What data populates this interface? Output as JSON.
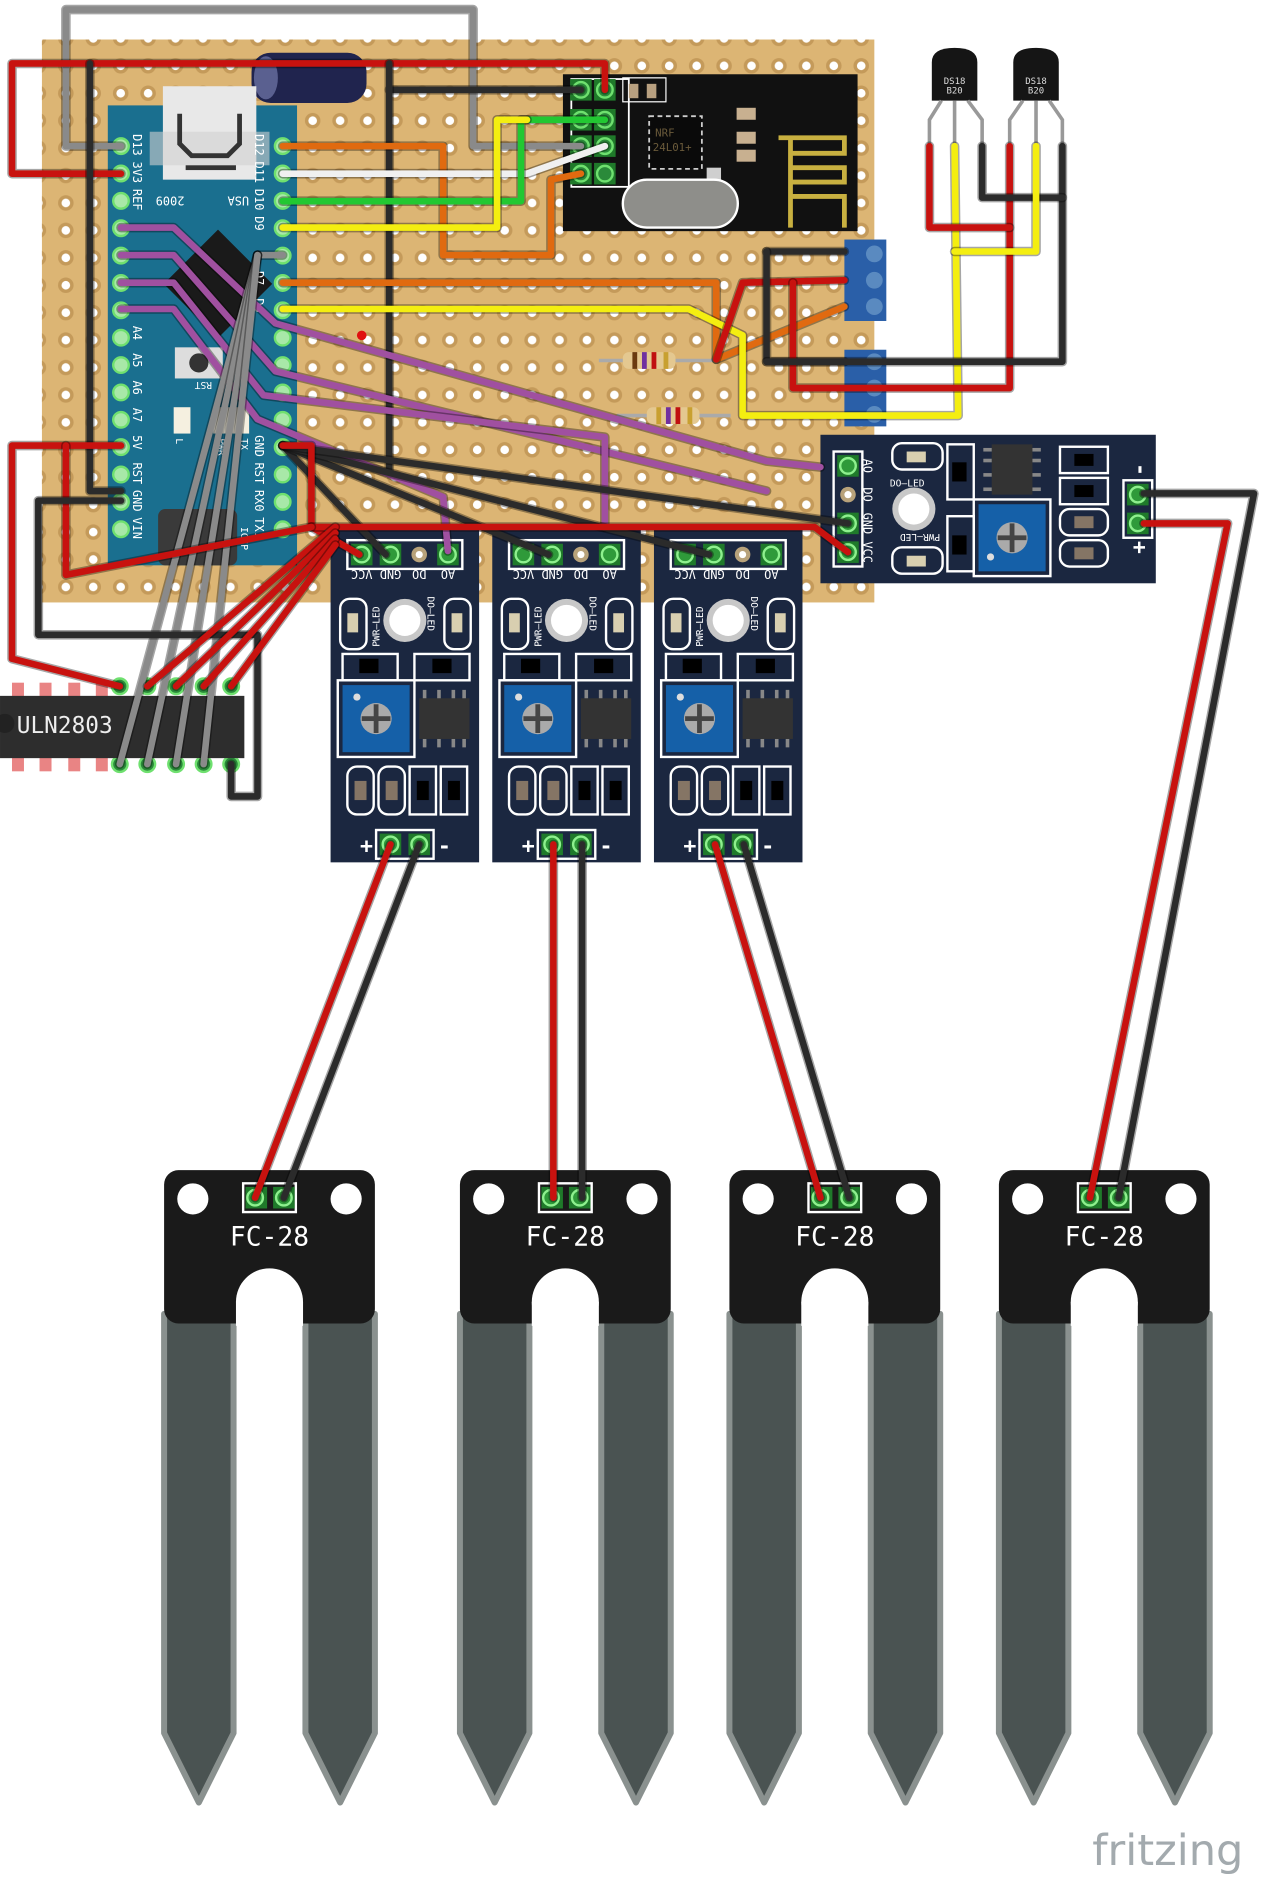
{
  "arduino": {
    "left_pins": [
      "D13",
      "3V3",
      "REF",
      "",
      "",
      "",
      "",
      "A4",
      "A5",
      "A6",
      "A7",
      "5V",
      "RST",
      "GND",
      "VIN"
    ],
    "right_pins": [
      "D12",
      "D11",
      "D10",
      "D9",
      "",
      "D7",
      "D6",
      "",
      "",
      "",
      "",
      "GND",
      "RST",
      "RX0",
      "TX1"
    ],
    "usb_labels": [
      "2009",
      "USA"
    ],
    "rst_label": "RST",
    "led_labels": [
      "L",
      "PWR",
      "TX"
    ],
    "icsp_label": "ICSP"
  },
  "radio": {
    "chip_line1": "NRF",
    "chip_line2": "24L01+"
  },
  "temp_sensors": [
    {
      "line1": "DS18",
      "line2": "B20"
    },
    {
      "line1": "DS18",
      "line2": "B20"
    }
  ],
  "driver": {
    "label": "ULN2803"
  },
  "sensor_module": {
    "pins": [
      "VCC",
      "GND",
      "DO",
      "AO"
    ],
    "pwr_led": "PWR—LED",
    "do_led": "DO—LED",
    "plus": "+",
    "minus": "-"
  },
  "probe": {
    "label": "FC-28"
  },
  "logo": "fritzing",
  "colors": {
    "board": "#dcb574",
    "nano": "#1a6f8f",
    "module": "#1b2740",
    "red": "#c8120f",
    "black": "#2b2b2b",
    "gray": "#8a8a8a",
    "orange": "#e06a10",
    "yellow": "#f4ee10",
    "green": "#22c832",
    "white": "#f0f0f0",
    "purple": "#a050a0"
  }
}
